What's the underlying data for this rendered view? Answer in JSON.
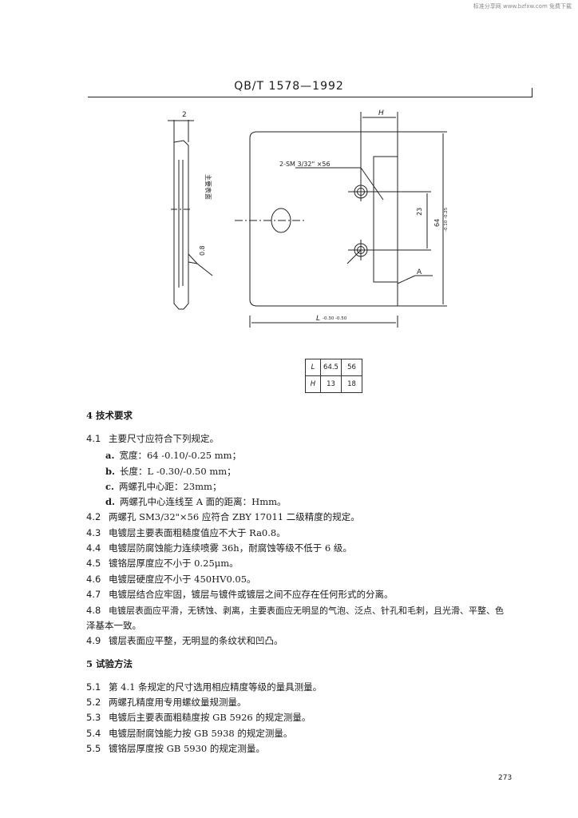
{
  "watermark": "标准分享网 www.bzfxw.com 免费下载",
  "header": {
    "standard": "QB/T 1578—1992"
  },
  "drawing": {
    "dim_thickness": "2",
    "dim_H": "H",
    "thread_callout": "2-SM 3/32\" ×56",
    "side_label": "主要表面",
    "roughness": "0.8",
    "dim_23": "23",
    "dim_64": "64",
    "dim_64_tol": "-0.10 -0.25",
    "dim_L": "L",
    "dim_L_tol": "-0.30 -0.50",
    "ref_A": "A"
  },
  "dim_table": {
    "rows": [
      {
        "label": "L",
        "values": [
          "64.5",
          "56"
        ]
      },
      {
        "label": "H",
        "values": [
          "13",
          "18"
        ]
      }
    ]
  },
  "section4": {
    "title": "4  技术要求",
    "items": [
      {
        "num": "4.1",
        "text": "主要尺寸应符合下列规定。"
      },
      {
        "num": "4.2",
        "text": "两螺孔 SM3/32\"×56 应符合 ZBY 17011 二级精度的规定。"
      },
      {
        "num": "4.3",
        "text": "电镀层主要表面粗糙度值应不大于 Ra0.8。"
      },
      {
        "num": "4.4",
        "text": "电镀层防腐蚀能力连续喷雾 36h，耐腐蚀等级不低于 6 级。"
      },
      {
        "num": "4.5",
        "text": "镀铬层厚度应不小于 0.25μm。"
      },
      {
        "num": "4.6",
        "text": "电镀层硬度应不小于 450HV0.05。"
      },
      {
        "num": "4.7",
        "text": "电镀层结合应牢固，镀层与镀件或镀层之间不应存在任何形式的分离。"
      },
      {
        "num": "4.8",
        "text": "电镀层表面应平滑，无锈蚀、剥离，主要表面应无明显的气泡、泛点、针孔和毛刺，且光滑、平整、色"
      },
      {
        "num": "",
        "text": "泽基本一致。"
      },
      {
        "num": "4.9",
        "text": "镀层表面应平整，无明显的条纹状和凹凸。"
      }
    ],
    "sub_items": [
      {
        "label": "a.",
        "text": "宽度：64 -0.10/-0.25 mm；"
      },
      {
        "label": "b.",
        "text": "长度：L -0.30/-0.50 mm；"
      },
      {
        "label": "c.",
        "text": "两螺孔中心距：23mm；"
      },
      {
        "label": "d.",
        "text": "两螺孔中心连线至 A 面的距离：Hmm。"
      }
    ]
  },
  "section5": {
    "title": "5  试验方法",
    "items": [
      {
        "num": "5.1",
        "text": "第 4.1 条规定的尺寸选用相应精度等级的量具测量。"
      },
      {
        "num": "5.2",
        "text": "两螺孔精度用专用螺纹量规测量。"
      },
      {
        "num": "5.3",
        "text": "电镀后主要表面粗糙度按 GB 5926 的规定测量。"
      },
      {
        "num": "5.4",
        "text": "电镀层耐腐蚀能力按 GB 5938 的规定测量。"
      },
      {
        "num": "5.5",
        "text": "镀铬层厚度按 GB 5930 的规定测量。"
      }
    ]
  },
  "page_number": "273"
}
